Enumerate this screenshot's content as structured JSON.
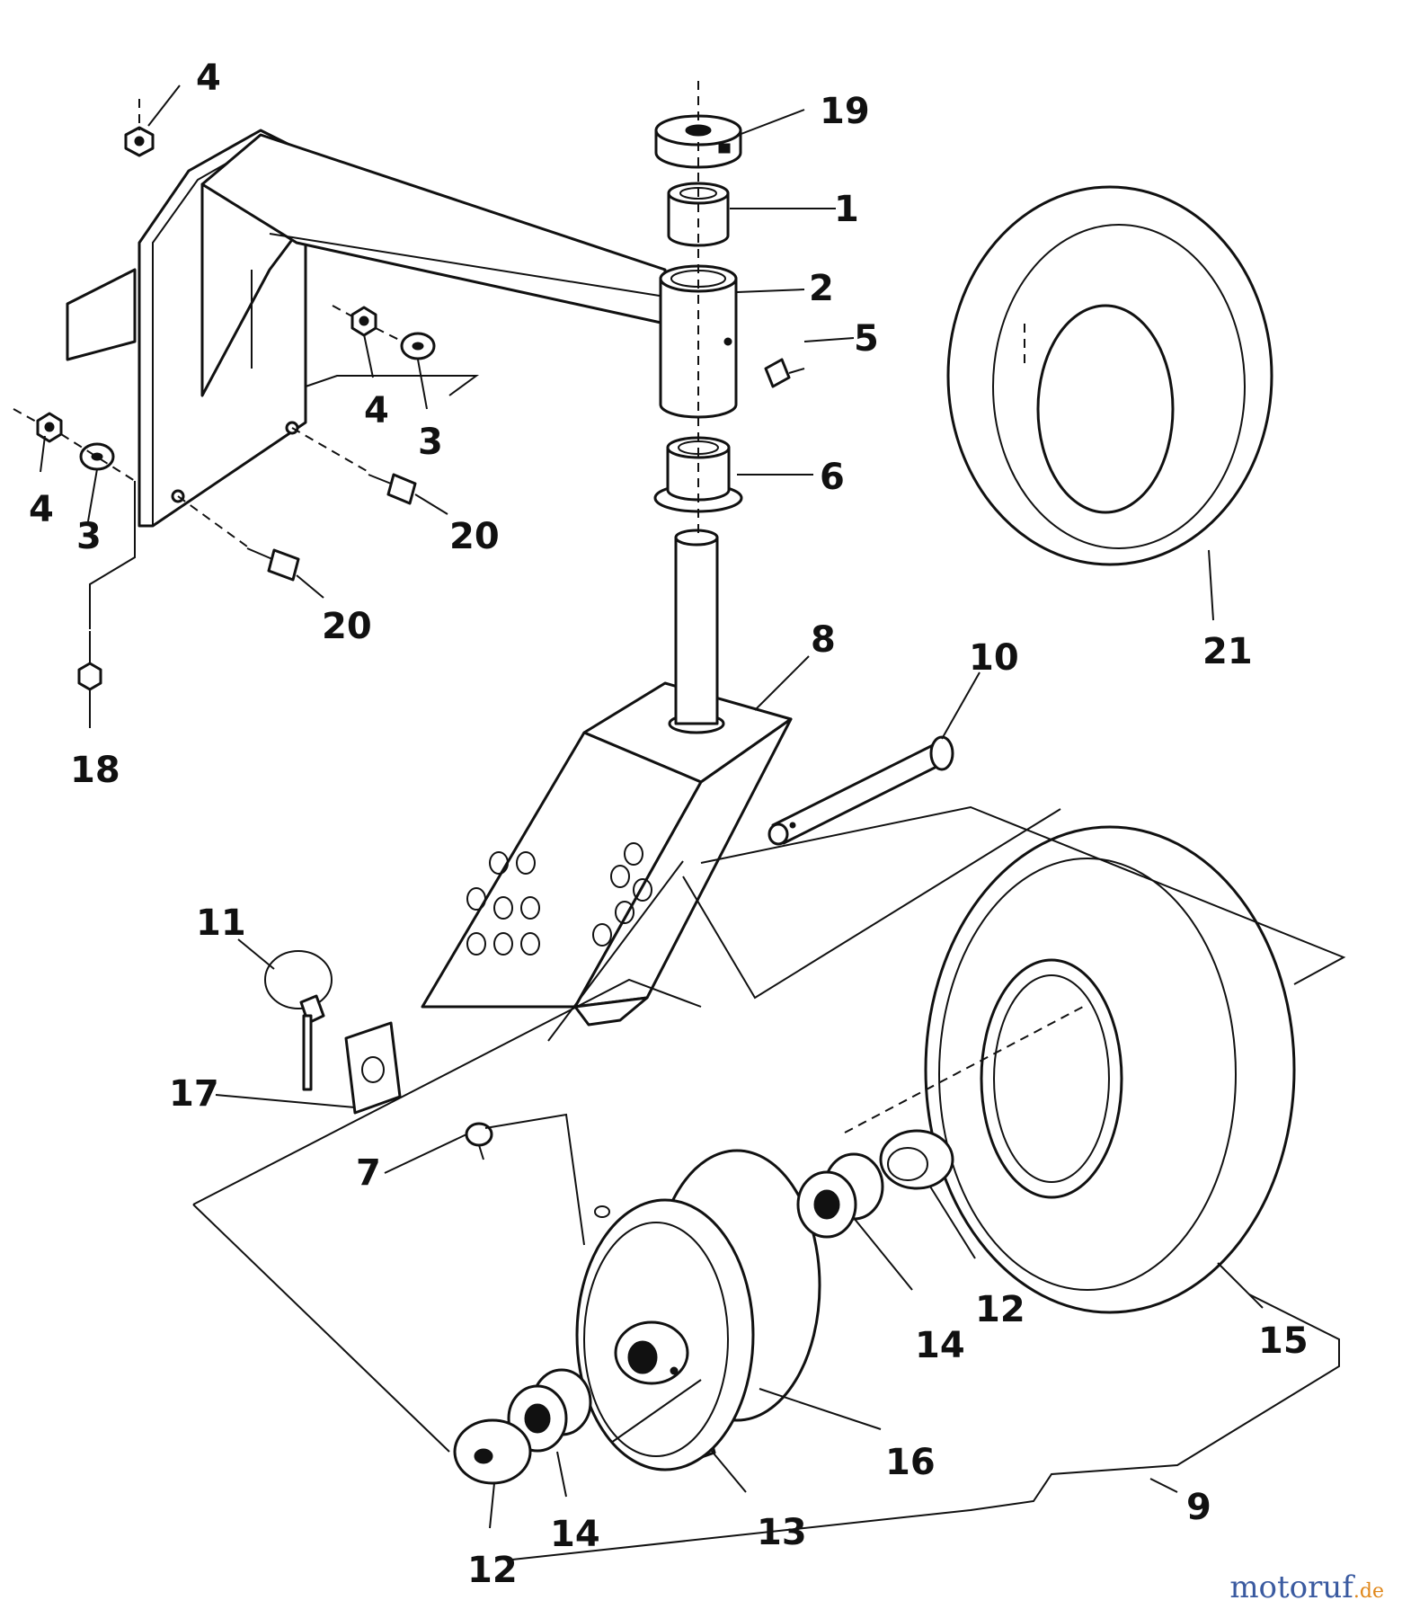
{
  "callouts": {
    "c1": "1",
    "c2": "2",
    "c3a": "3",
    "c3b": "3",
    "c4a": "4",
    "c4b": "4",
    "c4c": "4",
    "c5": "5",
    "c6": "6",
    "c7": "7",
    "c8": "8",
    "c9": "9",
    "c10": "10",
    "c11": "11",
    "c12a": "12",
    "c12b": "12",
    "c13": "13",
    "c14a": "14",
    "c14b": "14",
    "c15": "15",
    "c16": "16",
    "c17": "17",
    "c18": "18",
    "c19": "19",
    "c20a": "20",
    "c20b": "20",
    "c21": "21"
  },
  "watermark": {
    "brand": "motoruf",
    "suffix": ".de"
  }
}
